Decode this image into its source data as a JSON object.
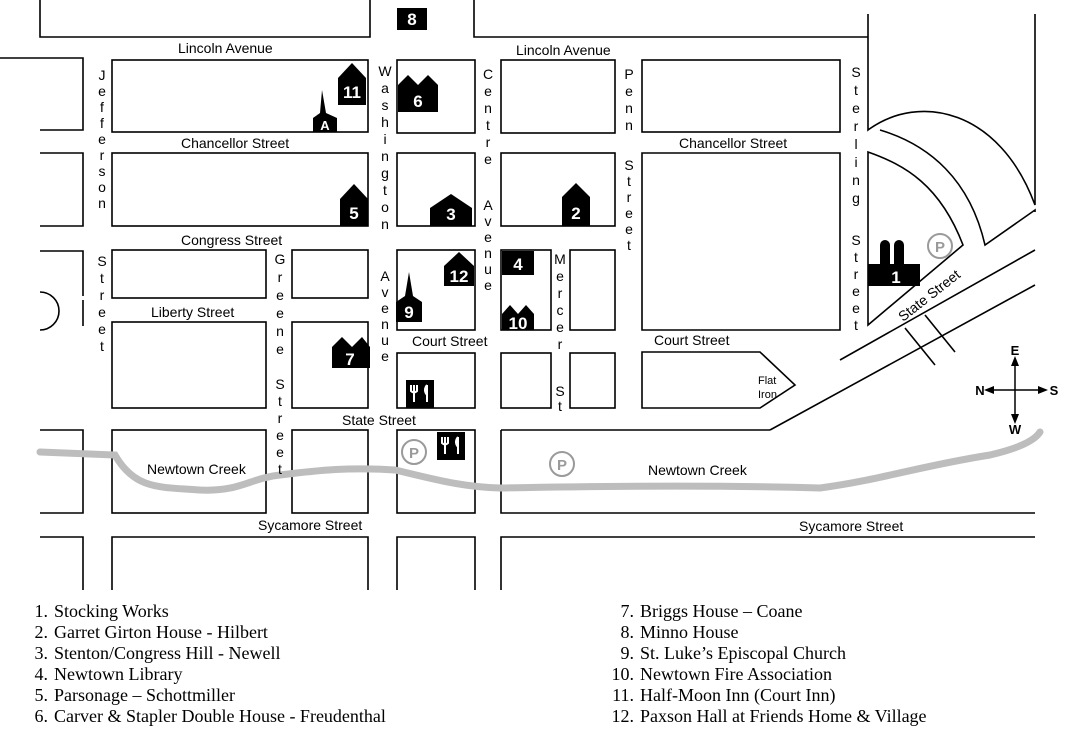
{
  "streets": {
    "lincoln_left": "Lincoln Avenue",
    "lincoln_right": "Lincoln Avenue",
    "chancellor_left": "Chancellor Street",
    "chancellor_right": "Chancellor Street",
    "congress": "Congress Street",
    "liberty": "Liberty Street",
    "court_mid": "Court Street",
    "court_right": "Court Street",
    "state_mid": "State Street",
    "state_diag": "State Street",
    "sycamore_left": "Sycamore Street",
    "sycamore_right": "Sycamore Street",
    "creek_left": "Newtown Creek",
    "creek_right": "Newtown Creek",
    "jefferson": "Jefferson",
    "jefferson_street": "Street",
    "greene": "Greene",
    "greene_street": "Street",
    "washington": "Washington",
    "washington_avenue": "Avenue",
    "centre": "Centre",
    "centre_avenue": "Avenue",
    "penn": "Penn",
    "penn_street": "Street",
    "mercer": "Mercer",
    "mercer_st": "St",
    "sterling": "Sterling",
    "sterling_street": "Street",
    "flat_iron_1": "Flat",
    "flat_iron_2": "Iron"
  },
  "markers": [
    {
      "id": "1",
      "label": "1",
      "icon": "factory-icon"
    },
    {
      "id": "2",
      "label": "2",
      "icon": "house-icon"
    },
    {
      "id": "3",
      "label": "3",
      "icon": "house-icon"
    },
    {
      "id": "4",
      "label": "4",
      "icon": "square-icon"
    },
    {
      "id": "5",
      "label": "5",
      "icon": "house-icon"
    },
    {
      "id": "6",
      "label": "6",
      "icon": "double-house-icon"
    },
    {
      "id": "7",
      "label": "7",
      "icon": "house-icon"
    },
    {
      "id": "8",
      "label": "8",
      "icon": "square-icon"
    },
    {
      "id": "9",
      "label": "9",
      "icon": "church-icon"
    },
    {
      "id": "10",
      "label": "10",
      "icon": "double-house-icon"
    },
    {
      "id": "11",
      "label": "11",
      "icon": "double-house-icon"
    },
    {
      "id": "12",
      "label": "12",
      "icon": "house-icon"
    },
    {
      "id": "A",
      "label": "A",
      "icon": "church-icon"
    }
  ],
  "parking_label": "P",
  "compass": {
    "north": "N",
    "south": "S",
    "east": "E",
    "west": "W"
  },
  "legend": [
    {
      "num": "1.",
      "text": "Stocking Works"
    },
    {
      "num": "2.",
      "text": "Garret Girton House - Hilbert"
    },
    {
      "num": "3.",
      "text": "Stenton/Congress Hill - Newell"
    },
    {
      "num": "4.",
      "text": "Newtown Library"
    },
    {
      "num": "5.",
      "text": "Parsonage – Schottmiller"
    },
    {
      "num": "6.",
      "text": "Carver & Stapler Double House - Freudenthal"
    },
    {
      "num": "7.",
      "text": "Briggs House – Coane"
    },
    {
      "num": "8.",
      "text": "Minno House"
    },
    {
      "num": "9.",
      "text": "St. Luke’s Episcopal Church"
    },
    {
      "num": "10.",
      "text": "Newtown Fire Association"
    },
    {
      "num": "11.",
      "text": "Half-Moon Inn (Court Inn)"
    },
    {
      "num": "12.",
      "text": "Paxson Hall at Friends Home & Village"
    }
  ]
}
